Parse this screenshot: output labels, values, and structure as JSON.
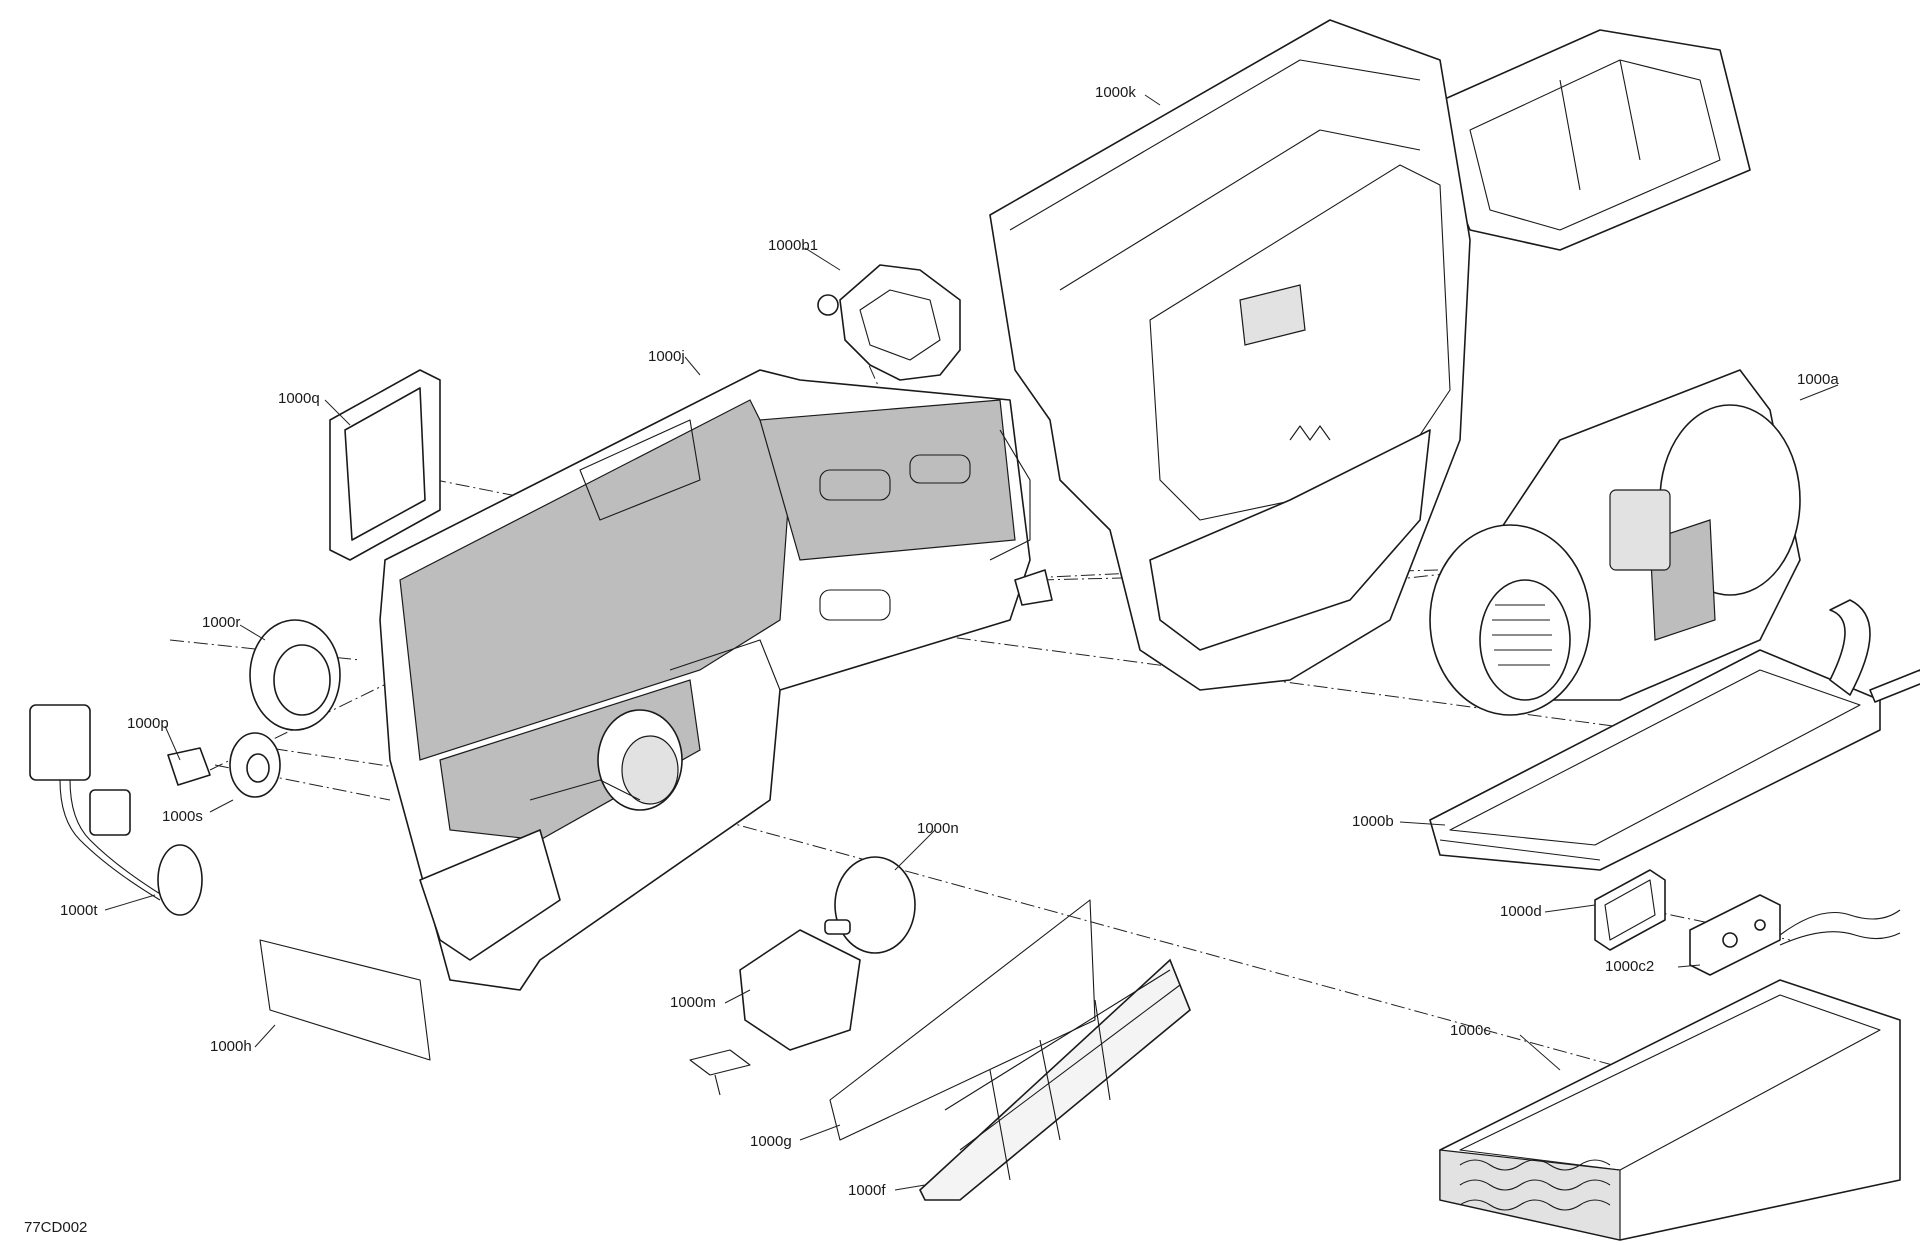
{
  "figure_id": "77CD002",
  "callouts": [
    {
      "id": "1000k",
      "label": "1000k"
    },
    {
      "id": "1000b1",
      "label": "1000b1"
    },
    {
      "id": "1000j",
      "label": "1000j"
    },
    {
      "id": "1000q",
      "label": "1000q"
    },
    {
      "id": "1000a",
      "label": "1000a"
    },
    {
      "id": "1000r",
      "label": "1000r"
    },
    {
      "id": "1000p",
      "label": "1000p"
    },
    {
      "id": "1000s",
      "label": "1000s"
    },
    {
      "id": "1000t",
      "label": "1000t"
    },
    {
      "id": "1000n",
      "label": "1000n"
    },
    {
      "id": "1000b",
      "label": "1000b"
    },
    {
      "id": "1000d",
      "label": "1000d"
    },
    {
      "id": "1000c2",
      "label": "1000c2"
    },
    {
      "id": "1000c",
      "label": "1000c"
    },
    {
      "id": "1000m",
      "label": "1000m"
    },
    {
      "id": "1000h",
      "label": "1000h"
    },
    {
      "id": "1000g",
      "label": "1000g"
    },
    {
      "id": "1000f",
      "label": "1000f"
    }
  ]
}
